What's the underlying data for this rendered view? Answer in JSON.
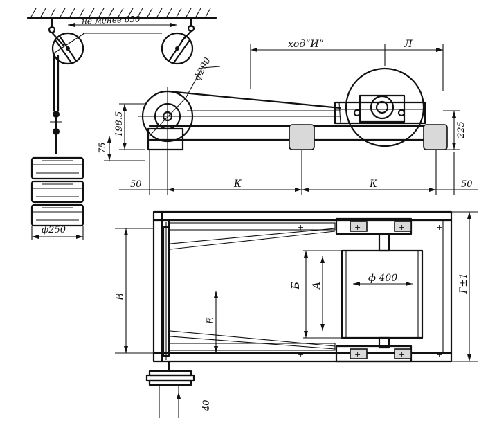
{
  "labels": {
    "spacing": "не менее 650",
    "pulley_dia": "ф290",
    "stroke": "ход”И”",
    "l_label": "Л",
    "weight_dia": "ф250",
    "dim_198": "198.5",
    "dim_75": "75",
    "dim_225": "225",
    "dim_50_left": "50",
    "dim_50_right": "50",
    "k_left": "К",
    "k_right": "К",
    "b_label": "Б",
    "a_label": "А",
    "v_label": "В",
    "e_label": "Е",
    "g_label": "Г±1",
    "drum_dia": "ф 400",
    "dim_40": "40"
  }
}
